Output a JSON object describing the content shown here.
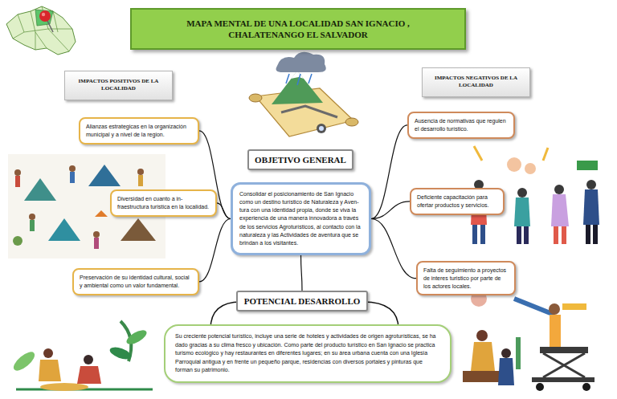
{
  "diagram": {
    "title": "MAPA MENTAL DE UNA LOCALIDAD SAN IGNACIO , CHALATENANGO EL SALVADOR",
    "nodes": [
      {
        "text": [
          "IMPACTOS POSITIVOS DE LA LOCALIDAD"
        ]
      },
      {
        "text": [
          "IMPACTOS NEGATIVOS DE LA LOCALIDAD"
        ]
      },
      {
        "text": [
          "OBJETIVO GENERAL"
        ]
      },
      {
        "text": [
          "Consolidar el posicionamiento de San Ignacio como un destino turístico de Naturaleza y Aven- tura con una identidad propia, donde se viva la experiencia de una manera innovadora a través de los servicios Agroturísticos, al contacto con la naturaleza y las Actividades de aventura que se brindan a los visitantes."
        ]
      },
      {
        "text": [
          "Alianzas estrategicas en la organización municipal y a nivel de la region."
        ]
      },
      {
        "text": [
          "Diversidad en cuanto a in- fraestructura turistica en la localidad."
        ]
      },
      {
        "text": [
          "Preservación de su identidad cultural, social y ambiental como un valor fundamental."
        ]
      },
      {
        "text": [
          "Ausencia de normativas que regulen el desarrollo turístico."
        ]
      },
      {
        "text": [
          "Deficiente capacitación para ofertar productos y servicios."
        ]
      },
      {
        "text": [
          "Falta de seguimiento a proyectos de interes turistico por parte de los actores locales."
        ]
      },
      {
        "text": [
          "POTENCIAL DESARROLLO"
        ]
      },
      {
        "text": [
          "Su creciente potencial turístico, incluye una serie de hoteles y actividades de origen agroturísticas, se ha dado gracias a su clima fresco y ubicación. Como parte del producto turístico en San Ignacio se practica turismo ecológico y hay restaurantes en diferentes lugares; en su área urbana cuenta con una Iglesia Parroquial antigua y en frente un pequeño parque, residencias con diversos portales y pinturas que forman su patrimonio."
        ]
      }
    ],
    "edges": [
      {
        "from": 3,
        "to": 4,
        "arrow": "none"
      },
      {
        "from": 3,
        "to": 5,
        "arrow": "none"
      },
      {
        "from": 3,
        "to": 6,
        "arrow": "none"
      },
      {
        "from": 3,
        "to": 7,
        "arrow": "none"
      },
      {
        "from": 3,
        "to": 8,
        "arrow": "none"
      },
      {
        "from": 3,
        "to": 9,
        "arrow": "none"
      },
      {
        "from": 3,
        "to": 10,
        "arrow": "none"
      }
    ]
  }
}
